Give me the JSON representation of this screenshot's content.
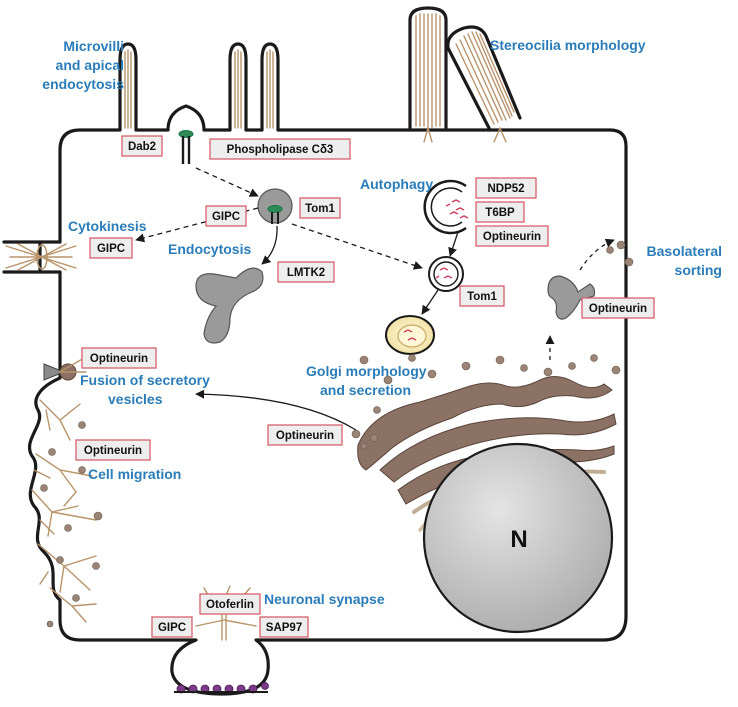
{
  "labels": {
    "microvilli_line1": "Microvilli",
    "microvilli_line2": "and apical",
    "microvilli_line3": "endocytosis",
    "stereocilia": "Stereocilia morphology",
    "autophagy": "Autophagy",
    "cytokinesis": "Cytokinesis",
    "endocytosis": "Endocytosis",
    "basolateral_line1": "Basolateral",
    "basolateral_line2": "sorting",
    "fusion_line1": "Fusion of secretory",
    "fusion_line2": "vesicles",
    "golgi_line1": "Golgi morphology",
    "golgi_line2": "and secretion",
    "cell_migration": "Cell migration",
    "neuronal_synapse": "Neuronal synapse",
    "nucleus": "N"
  },
  "proteins": {
    "dab2": "Dab2",
    "plc": "Phospholipase Cδ3",
    "ndp52": "NDP52",
    "t6bp": "T6BP",
    "optineurin_autophagy": "Optineurin",
    "gipc_cytokinesis_upper": "GIPC",
    "gipc_cytokinesis_lower": "GIPC",
    "tom1_upper": "Tom1",
    "tom1_lower": "Tom1",
    "lmtk2": "LMTK2",
    "optineurin_basolateral": "Optineurin",
    "optineurin_fusion": "Optineurin",
    "optineurin_golgi": "Optineurin",
    "optineurin_migration": "Optineurin",
    "otoferlin": "Otoferlin",
    "gipc_synapse": "GIPC",
    "sap97": "SAP97"
  },
  "colors": {
    "label_blue": "#2a7db8",
    "box_border": "#d8606a",
    "box_fill": "#eeeeee",
    "golgi": "#8b7265",
    "actin": "#b8946a",
    "nucleus": "#c4c4c4",
    "synaptic_vesicle": "#7b3a8a"
  }
}
